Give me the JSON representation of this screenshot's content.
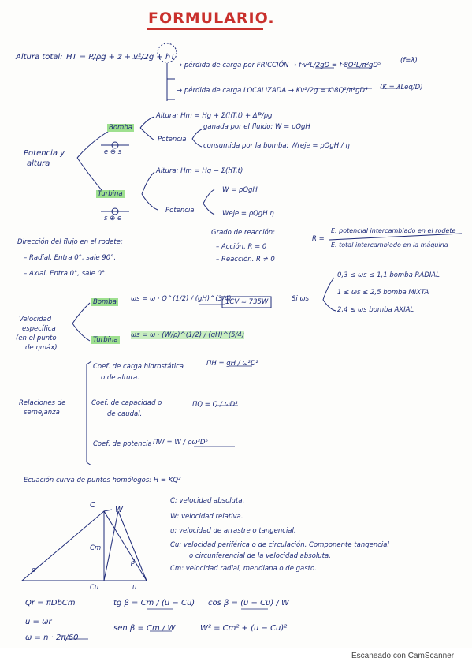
{
  "title": "FORMULARIO.",
  "altura_total": {
    "label": "Altura total:",
    "formula": "HT = P/ρg + z + v²/2g + hT",
    "friccion": "→ pérdida de carga por FRICCIÓN → f·v²L/2gD = f·8Q²L/π²gD⁵",
    "friccion_f": "(f=λ)",
    "localizada": "→ pérdida de carga LOCALIZADA → Kv²/2g = K·8Q²/π²gD⁴",
    "localizada_k": "(K = λLeq/D)"
  },
  "potencia": {
    "label_1": "Potencia y",
    "label_2": "altura",
    "bomba_label": "Bomba",
    "bomba_symbol": "e ⊕ s",
    "bomba_altura": "Altura: Hm = Hg + Σ(hT,t) + ΔP/ρg",
    "bomba_potencia_label": "Potencia",
    "bomba_ganada": "ganada por el fluido: W = ρQgH",
    "bomba_consumida": "consumida por la bomba: Wreje = ρQgH / η",
    "turbina_label": "Turbina",
    "turbina_symbol": "s ⊕ e",
    "turbina_altura": "Altura: Hm = Hg − Σ(hT,t)",
    "turbina_potencia_label": "Potencia",
    "turbina_w": "W = ρQgH",
    "turbina_weje": "Weje = ρQgH η"
  },
  "direccion": {
    "title": "Dirección del flujo en el rodete:",
    "radial": "– Radial. Entra 0°, sale 90°.",
    "axial": "– Axial. Entra 0°, sale 0°."
  },
  "reaccion": {
    "title": "Grado de reacción:",
    "accion": "– Acción. R = 0",
    "reaccion": "– Reacción. R ≠ 0",
    "r_formula_eq": "R =",
    "r_num": "E. potencial intercambiado en el rodete",
    "r_den": "E. total intercambiado en la máquina",
    "rodete": "rodete"
  },
  "velocidad_especifica": {
    "label_1": "Velocidad",
    "label_2": "específica",
    "label_3": "(en el punto",
    "label_4": "de ηmáx)",
    "bomba_label": "Bomba",
    "bomba_formula": "ωs = ω · Q^(1/2) / (gH)^(3/4)",
    "turbina_label": "Turbina",
    "turbina_formula": "ωs = ω · (W/ρ)^(1/2) / (gH)^(5/4)",
    "box": "1CV ≈ 735W",
    "si": "Si ωs",
    "rango_radial": "0,3 ≤ ωs ≤ 1,1 bomba RADIAL",
    "rango_mixta": "1 ≤ ωs ≤ 2,5 bomba MIXTA",
    "rango_axial": "2,4 ≤ ωs bomba AXIAL"
  },
  "semejanza": {
    "label_1": "Relaciones de",
    "label_2": "semejanza",
    "carga_1": "Coef. de carga hidrostática",
    "carga_2": "o de altura.",
    "carga_f": "ΠH = gH / ω²D²",
    "caudal_1": "Coef. de capacidad o",
    "caudal_2": "de caudal.",
    "caudal_f": "ΠQ = Q / ωD³",
    "potencia_1": "Coef. de potencia",
    "potencia_f": "ΠW = W / ρω³D⁵"
  },
  "curva": {
    "title": "Ecuación curva de puntos homólogos: H = KQ²"
  },
  "triangulo": {
    "c_vertex": "C",
    "w_vertex": "W",
    "cm_side": "Cm",
    "cu_side": "Cu",
    "u_side": "u",
    "alpha": "α",
    "beta": "β"
  },
  "definiciones": {
    "c": "C: velocidad absoluta.",
    "w": "W: velocidad relativa.",
    "u": "u: velocidad de arrastre o tangencial.",
    "cu_1": "Cu: velocidad periférica o de circulación. Componente tangencial",
    "cu_2": "o circunferencial de la velocidad absoluta.",
    "cm": "Cm: velocidad radial, meridiana o de gasto."
  },
  "formulas_finales": {
    "qr": "Qr = πDbCm",
    "u": "u = ωr",
    "omega": "ω = n · 2π/60",
    "tg": "tg β = Cm / (u − Cu)",
    "sen": "sen β = Cm / W",
    "cos": "cos β = (u − Cu) / W",
    "w2": "W² = Cm² + (u − Cu)²"
  },
  "footer": "Escaneado con CamScanner",
  "colors": {
    "ink": "#1d2a78",
    "title": "#c9302c",
    "highlight": "#9ee08f"
  }
}
